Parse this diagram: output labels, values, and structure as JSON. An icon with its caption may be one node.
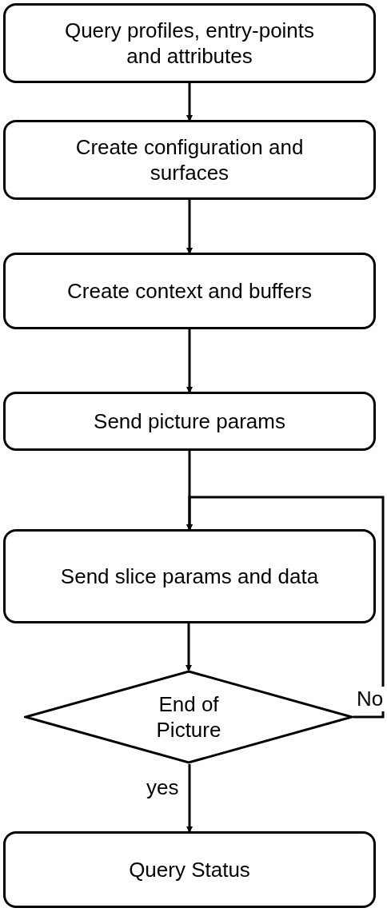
{
  "diagram": {
    "nodes": [
      {
        "text": [
          "Query profiles, entry-points and attributes"
        ]
      },
      {
        "text": [
          "Create configuration and surfaces"
        ]
      },
      {
        "text": [
          "Create context and buffers"
        ]
      },
      {
        "text": [
          "Send picture params"
        ]
      },
      {
        "text": [
          "Send slice params and data"
        ]
      },
      {
        "text": [
          "End of Picture"
        ]
      },
      {
        "text": [
          "Query Status"
        ]
      }
    ],
    "edges": [
      {
        "from": 0,
        "to": 1,
        "arrow": "to"
      },
      {
        "from": 1,
        "to": 2,
        "arrow": "to"
      },
      {
        "from": 2,
        "to": 3,
        "arrow": "to"
      },
      {
        "from": 3,
        "to": 4,
        "arrow": "to"
      },
      {
        "from": 4,
        "to": 5,
        "arrow": "to"
      },
      {
        "from": 5,
        "to": 6,
        "arrow": "to",
        "label": "yes"
      },
      {
        "from": 5,
        "to": 4,
        "arrow": "to",
        "label": "No"
      }
    ]
  }
}
